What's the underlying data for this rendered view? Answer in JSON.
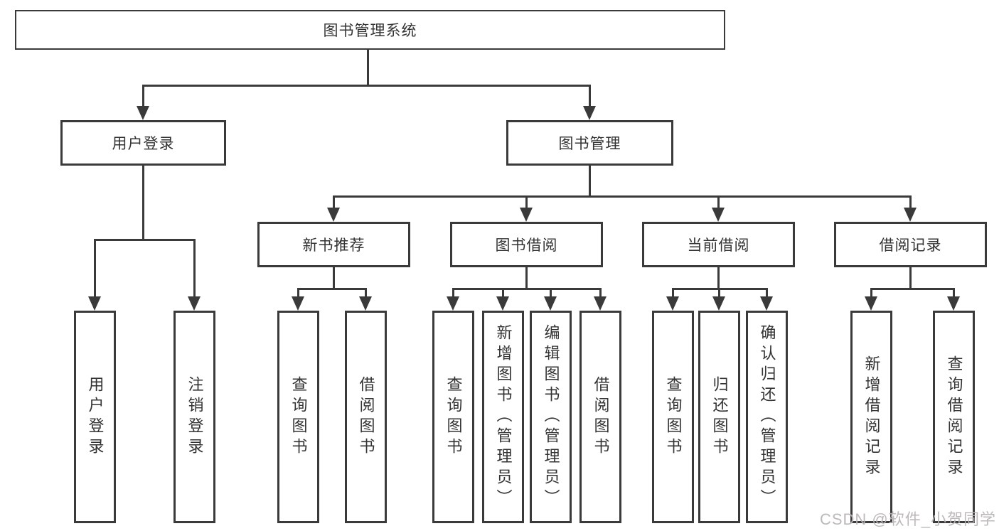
{
  "nodes": {
    "root": "图书管理系统",
    "user_login": "用户登录",
    "book_mgmt": "图书管理",
    "new_book_rec": "新书推荐",
    "book_borrow": "图书借阅",
    "current_borrow": "当前借阅",
    "borrow_record": "借阅记录",
    "leaf_user_login": "用户登录",
    "leaf_logout": "注销登录",
    "leaf_nb_query": "查询图书",
    "leaf_nb_borrow": "借阅图书",
    "leaf_bb_query": "查询图书",
    "leaf_bb_add": "新增图书（管理员）",
    "leaf_bb_edit": "编辑图书（管理员）",
    "leaf_bb_borrow": "借阅图书",
    "leaf_cb_query": "查询图书",
    "leaf_cb_return": "归还图书",
    "leaf_cb_confirm": "确认归还（管理员）",
    "leaf_br_add": "新增借阅记录",
    "leaf_br_query": "查询借阅记录"
  },
  "watermark": "CSDN @软件_小贺同学",
  "colors": {
    "line": "#3a3a3a",
    "text": "#333333",
    "background": "#ffffff",
    "watermark": "#b9b6b6"
  }
}
